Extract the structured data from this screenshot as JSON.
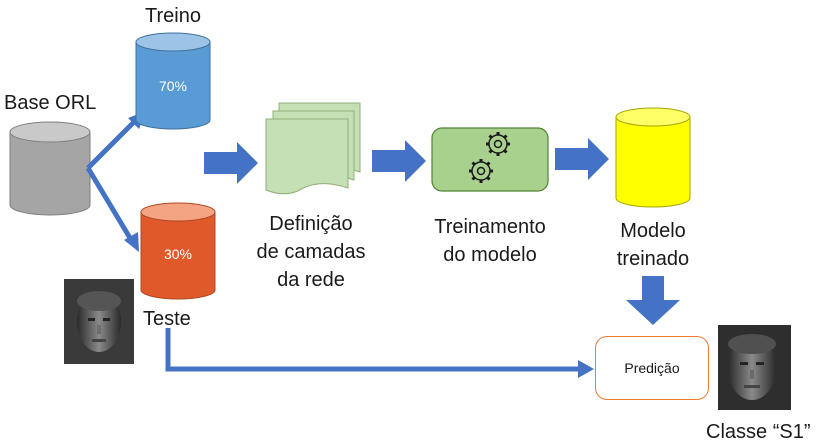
{
  "diagram": {
    "base_label": "Base ORL",
    "train_label": "Treino",
    "train_pct": "70%",
    "test_label": "Teste",
    "test_pct": "30%",
    "layers_label": [
      "Definição",
      "de camadas",
      "da rede"
    ],
    "training_label": [
      "Treinamento",
      "do modelo"
    ],
    "model_label": [
      "Modelo",
      "treinado"
    ],
    "prediction_label": "Predição",
    "class_label": "Classe “S1”"
  },
  "colors": {
    "arrow": "#4472c4",
    "base": "#a5a5a5",
    "train": "#5b9bd5",
    "test": "#e0592a",
    "model": "#ffff00",
    "docs": "#c5e0b4",
    "training_box": "#a9d18e",
    "prediction_border": "#ed7d31"
  }
}
